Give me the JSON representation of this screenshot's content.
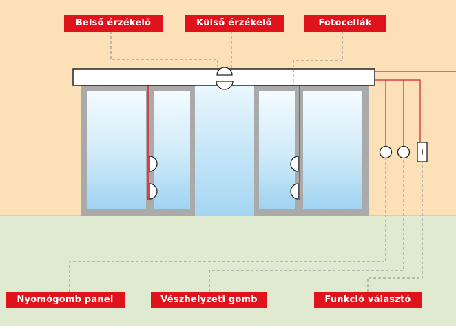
{
  "labels": {
    "inner_sensor": "Belső érzékelő",
    "outer_sensor": "Külső érzékelő",
    "photocells": "Fotocellák",
    "push_button_panel": "Nyomógomb panel",
    "emergency_button": "Vészhelyzeti gomb",
    "function_selector": "Funkció választó"
  },
  "colors": {
    "wall": "#fbe0b8",
    "floor": "#dfead0",
    "label_bg": "#e0121b",
    "label_text": "#ffffff",
    "frame": "#a9a9a9",
    "glass": "#bfe3f7",
    "wire_red": "#d9202a",
    "dashed_line": "#8a8a8a"
  }
}
